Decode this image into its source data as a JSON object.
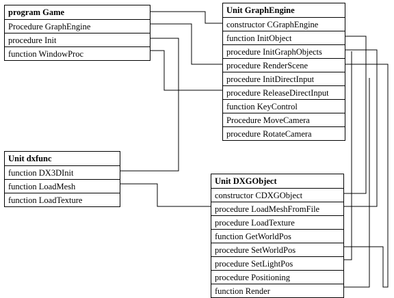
{
  "modules": [
    {
      "title": "program Game",
      "members": [
        "Procedure GraphEngine",
        "procedure Init",
        "function WindowProc"
      ]
    },
    {
      "title": "Unit GraphEngine",
      "members": [
        "constructor CGraphEngine",
        "function InitObject",
        "procedure InitGraphObjects",
        "procedure RenderScene",
        "procedure InitDirectInput",
        "procedure ReleaseDirectInput",
        "function KeyControl",
        "Procedure MoveCamera",
        "procedure RotateCamera"
      ]
    },
    {
      "title": "Unit dxfunc",
      "members": [
        "function DX3DInit",
        "function LoadMesh",
        "function LoadTexture"
      ]
    },
    {
      "title": "Unit DXGObject",
      "members": [
        "constructor CDXGObject",
        "procedure LoadMeshFromFile",
        "procedure LoadTexture",
        "function  GetWorldPos",
        "procedure SetWorldPos",
        "procedure SetLightPos",
        "procedure Positioning",
        "function  Render"
      ]
    }
  ]
}
